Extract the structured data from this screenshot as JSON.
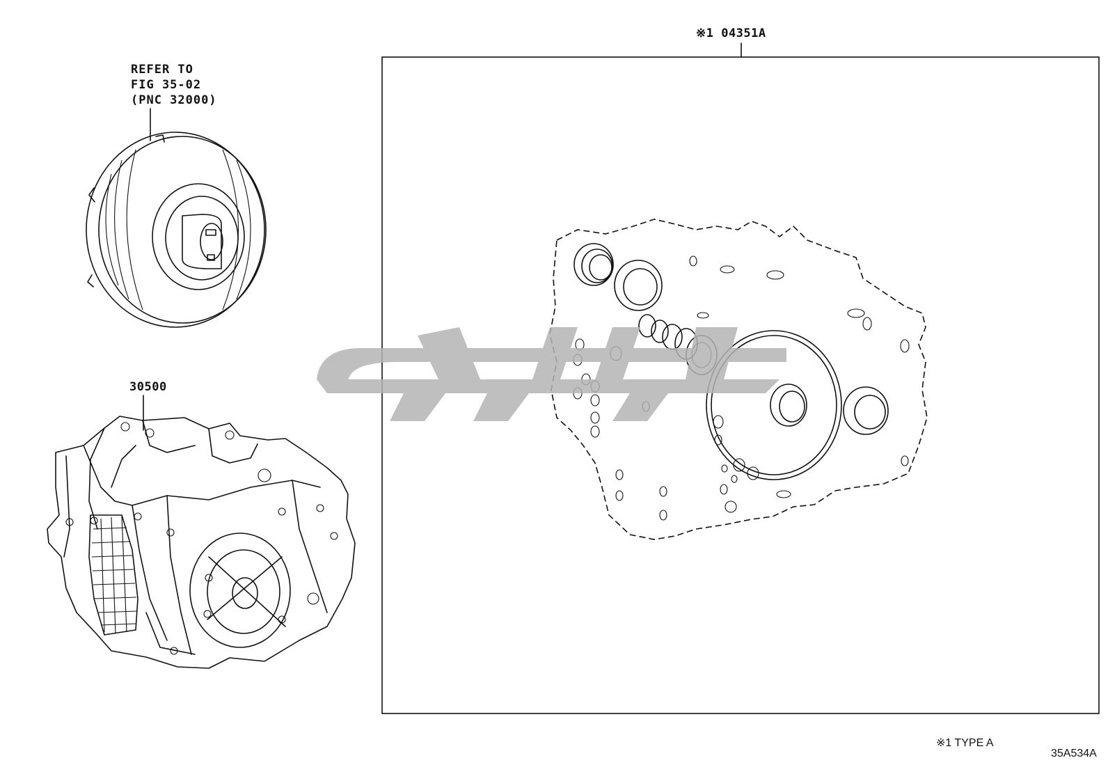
{
  "labels": {
    "kit_callout": "※1 04351A",
    "refer_to": [
      "REFER TO",
      "FIG 35-02",
      "(PNC 32000)"
    ],
    "transaxle_callout": "30500",
    "type_note": "※1 TYPE A",
    "illustration_id": "35A534A"
  },
  "watermark": {
    "color": "#b4b4b4"
  }
}
